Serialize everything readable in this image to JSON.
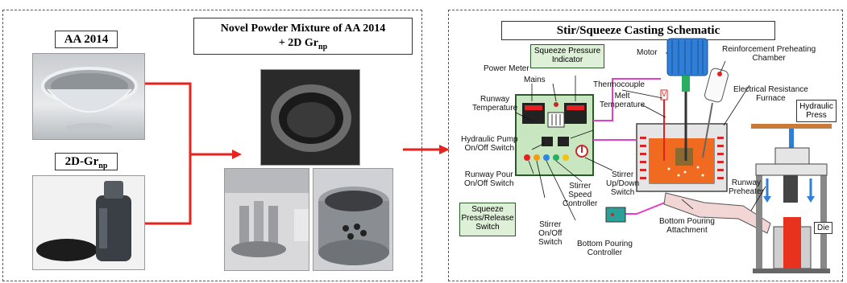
{
  "left_panel": {
    "aa2014_label": "AA 2014",
    "gr_label_main": "2D-Gr",
    "gr_label_sub": "np",
    "mixture_title_line1": "Novel Powder Mixture of AA 2014",
    "mixture_title_line2_main": "+ 2D Gr",
    "mixture_title_line2_sub": "np"
  },
  "right_panel": {
    "title": "Stir/Squeeze Casting Schematic",
    "labels": {
      "squeeze_pressure_indicator_1": "Squeeze Pressure",
      "squeeze_pressure_indicator_2": "Indicator",
      "motor": "Motor",
      "reinforcement_1": "Reinforcement Preheating",
      "reinforcement_2": "Chamber",
      "power_meter": "Power Meter",
      "mains": "Mains",
      "thermocouple": "Thermocouple",
      "melt_temp_1": "Melt",
      "melt_temp_2": "Temperature",
      "elec_furnace_1": "Electrical Resistance",
      "elec_furnace_2": "Furnace",
      "runway_temp_1": "Runway",
      "runway_temp_2": "Temperature",
      "hydraulic_press_1": "Hydraulic",
      "hydraulic_press_2": "Press",
      "hyd_pump_1": "Hydraulic Pump",
      "hyd_pump_2": "On/Off Switch",
      "runway_pour_1": "Runway Pour",
      "runway_pour_2": "On/Off Switch",
      "stirrer_updown_1": "Stirrer",
      "stirrer_updown_2": "Up/Down",
      "stirrer_updown_3": "Switch",
      "stirrer_speed_1": "Stirrer",
      "stirrer_speed_2": "Speed",
      "stirrer_speed_3": "Controller",
      "squeeze_switch_1": "Squeeze",
      "squeeze_switch_2": "Press/Release",
      "squeeze_switch_3": "Switch",
      "stirrer_onoff_1": "Stirrer",
      "stirrer_onoff_2": "On/Off",
      "stirrer_onoff_3": "Switch",
      "bottom_pour_ctrl_1": "Bottom Pouring",
      "bottom_pour_ctrl_2": "Controller",
      "bottom_pour_att_1": "Bottom Pouring",
      "bottom_pour_att_2": "Attachment",
      "runway_preheater_1": "Runway",
      "runway_preheater_2": "Preheater",
      "die": "Die",
      "v_mark": "V"
    }
  },
  "colors": {
    "arrow_red": "#e8231d",
    "panel_green": "#c8e6c0",
    "magenta_wire": "#e040c8",
    "motor_blue": "#2f7fd8",
    "melt_orange": "#f06a20"
  }
}
